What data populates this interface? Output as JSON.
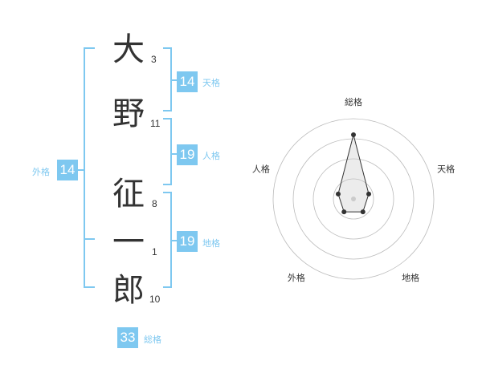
{
  "name": {
    "characters": [
      {
        "char": "大",
        "strokes": "3"
      },
      {
        "char": "野",
        "strokes": "11"
      },
      {
        "char": "征",
        "strokes": "8"
      },
      {
        "char": "一",
        "strokes": "1"
      },
      {
        "char": "郎",
        "strokes": "10"
      }
    ]
  },
  "fortunes": {
    "tenkaku": {
      "label": "天格",
      "value": "14"
    },
    "jinkaku": {
      "label": "人格",
      "value": "19"
    },
    "chikaku": {
      "label": "地格",
      "value": "19"
    },
    "gaikaku": {
      "label": "外格",
      "value": "14"
    },
    "soukaku": {
      "label": "総格",
      "value": "33"
    }
  },
  "colors": {
    "accent": "#7ec8f0",
    "text": "#333333",
    "grid": "#bbbbbb"
  },
  "chart_data": {
    "type": "radar",
    "axes": [
      "総格",
      "天格",
      "地格",
      "外格",
      "人格"
    ],
    "values": [
      4,
      1,
      1,
      1,
      1
    ],
    "rmax": 5,
    "rings": 4
  }
}
